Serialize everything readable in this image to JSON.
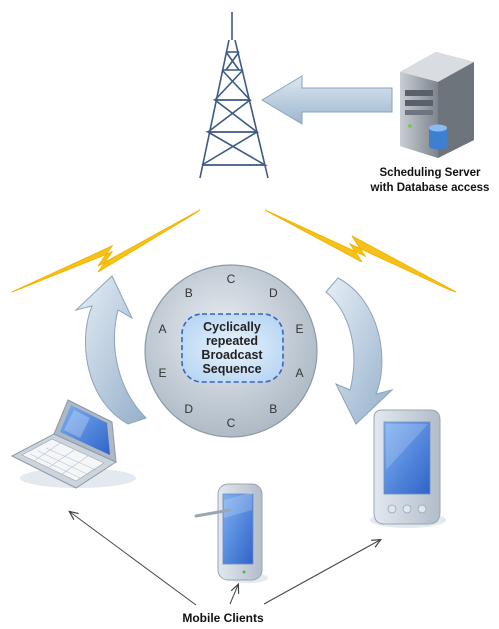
{
  "server": {
    "label_line1": "Scheduling Server",
    "label_line2": "with Database access"
  },
  "broadcast": {
    "center_lines": [
      "Cyclically",
      "repeated",
      "Broadcast",
      "Sequence"
    ],
    "ring_letters": [
      "C",
      "D",
      "E",
      "A",
      "B",
      "C",
      "D",
      "E",
      "A",
      "B"
    ]
  },
  "clients": {
    "label": "Mobile Clients"
  },
  "colors": {
    "tower": "#3c5a84",
    "arrow": "#b4c8dc",
    "lightning": "#f6c21a",
    "circle": "#c3cbd4",
    "core": "#cfe4f7"
  },
  "icons": [
    "radio-tower-icon",
    "server-icon",
    "database-icon",
    "lightning-icon",
    "laptop-icon",
    "pda-icon",
    "tablet-icon"
  ]
}
